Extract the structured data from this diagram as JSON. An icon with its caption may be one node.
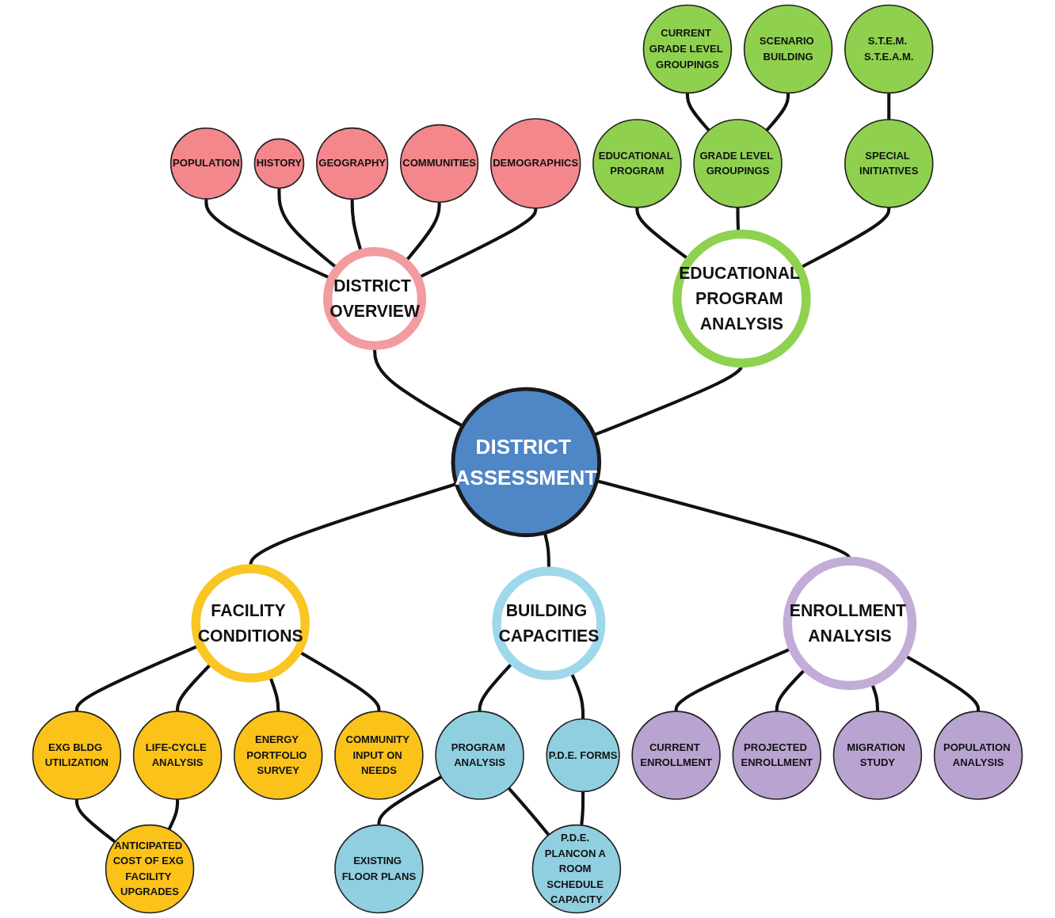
{
  "diagram": {
    "nodes": [
      {
        "text": [
          "POPULATION"
        ]
      },
      {
        "text": [
          "HISTORY"
        ]
      },
      {
        "text": [
          "GEOGRAPHY"
        ]
      },
      {
        "text": [
          "COMMUNITIES"
        ]
      },
      {
        "text": [
          "DISTRICT OVERVIEW"
        ]
      },
      {
        "text": [
          "DEMOGRAPHICS"
        ]
      },
      {
        "text": [
          "ANTICIPATED COST OF EXG FACILITY UPGRADES"
        ]
      },
      {
        "text": [
          "EXG BLDG UTILIZATION"
        ]
      },
      {
        "text": [
          "CURRENT GRADE LEVEL GROUPINGS"
        ]
      },
      {
        "text": [
          "EDUCATIONAL PROGRAM"
        ]
      },
      {
        "text": [
          "GRADE LEVEL GROUPINGS"
        ]
      },
      {
        "text": [
          "SCENARIO BUILDING"
        ]
      },
      {
        "text": [
          "LIFE-CYCLE ANALYSIS"
        ]
      },
      {
        "text": [
          "FACILITY CONDITIONS"
        ]
      },
      {
        "text": [
          "EDUCATIONAL PROGRAM ANALYSIS"
        ]
      },
      {
        "text": [
          "DISTRICT ASSESSMENT"
        ]
      },
      {
        "text": [
          "SPECIAL INITIATIVES"
        ]
      },
      {
        "text": [
          "ENERGY PORTFOLIO SURVEY"
        ]
      },
      {
        "text": [
          "S.T.E.M. S.T.E.A.M."
        ]
      },
      {
        "text": [
          "COMMUNITY INPUT ON NEEDS"
        ]
      },
      {
        "text": [
          "CURRENT ENROLLMENT"
        ]
      },
      {
        "text": [
          "BUILDING CAPACITIES"
        ]
      },
      {
        "text": [
          "ENROLLMENT ANALYSIS"
        ]
      },
      {
        "text": [
          "PROGRAM ANALYSIS"
        ]
      },
      {
        "text": [
          "PROJECTED ENROLLMENT"
        ]
      },
      {
        "text": [
          "EXISTING FLOOR PLANS"
        ]
      },
      {
        "text": [
          "P.D.E. FORMS"
        ]
      },
      {
        "text": [
          "MIGRATION STUDY"
        ]
      },
      {
        "text": [
          "P.D.E. PLANCON A ROOM SCHEDULE CAPACITY"
        ]
      },
      {
        "text": [
          "POPULATION ANALYSIS"
        ]
      }
    ],
    "edges": [
      {
        "from": 4,
        "to": 15,
        "arrow": "none"
      },
      {
        "from": 14,
        "to": 15,
        "arrow": "none"
      },
      {
        "from": 0,
        "to": 4,
        "arrow": "none"
      },
      {
        "from": 1,
        "to": 4,
        "arrow": "none"
      },
      {
        "from": 2,
        "to": 4,
        "arrow": "none"
      },
      {
        "from": 3,
        "to": 4,
        "arrow": "none"
      },
      {
        "from": 5,
        "to": 4,
        "arrow": "none"
      },
      {
        "from": 9,
        "to": 14,
        "arrow": "none"
      },
      {
        "from": 10,
        "to": 14,
        "arrow": "none"
      },
      {
        "from": 8,
        "to": 10,
        "arrow": "none"
      },
      {
        "from": 11,
        "to": 10,
        "arrow": "none"
      },
      {
        "from": 16,
        "to": 14,
        "arrow": "none"
      },
      {
        "from": 18,
        "to": 16,
        "arrow": "none"
      },
      {
        "from": 15,
        "to": 13,
        "arrow": "none"
      },
      {
        "from": 13,
        "to": 7,
        "arrow": "none"
      },
      {
        "from": 7,
        "to": 6,
        "arrow": "none"
      },
      {
        "from": 13,
        "to": 12,
        "arrow": "none"
      },
      {
        "from": 12,
        "to": 6,
        "arrow": "none"
      },
      {
        "from": 13,
        "to": 17,
        "arrow": "none"
      },
      {
        "from": 13,
        "to": 19,
        "arrow": "none"
      },
      {
        "from": 15,
        "to": 21,
        "arrow": "none"
      },
      {
        "from": 21,
        "to": 23,
        "arrow": "none"
      },
      {
        "from": 23,
        "to": 25,
        "arrow": "none"
      },
      {
        "from": 23,
        "to": 28,
        "arrow": "none"
      },
      {
        "from": 21,
        "to": 26,
        "arrow": "none"
      },
      {
        "from": 26,
        "to": 28,
        "arrow": "none"
      },
      {
        "from": 15,
        "to": 22,
        "arrow": "none"
      },
      {
        "from": 22,
        "to": 20,
        "arrow": "none"
      },
      {
        "from": 22,
        "to": 24,
        "arrow": "none"
      },
      {
        "from": 22,
        "to": 27,
        "arrow": "none"
      },
      {
        "from": 22,
        "to": 29,
        "arrow": "none"
      }
    ]
  }
}
